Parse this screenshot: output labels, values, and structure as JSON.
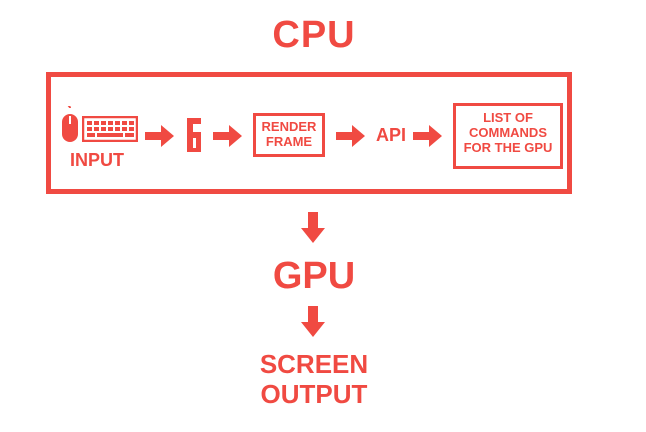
{
  "cpu": {
    "title": "CPU"
  },
  "flow": {
    "input_label": "INPUT",
    "render_frame": [
      "RENDER",
      "FRAME"
    ],
    "api_label": "API",
    "command_list": [
      "LIST OF",
      "COMMANDS",
      "FOR THE GPU"
    ]
  },
  "gpu": {
    "title": "GPU"
  },
  "output": {
    "lines": [
      "SCREEN",
      "OUTPUT"
    ]
  },
  "colors": {
    "accent": "#f04a42",
    "background": "#ffffff"
  },
  "icons": [
    "mouse-icon",
    "keyboard-icon",
    "game-logo-icon",
    "arrow-right-icon",
    "arrow-down-icon"
  ]
}
